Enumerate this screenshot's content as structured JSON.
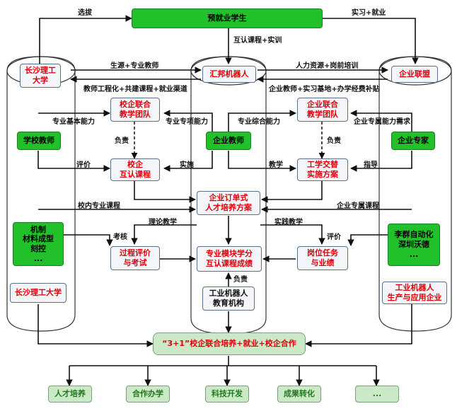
{
  "colors": {
    "green": "#22c02a",
    "light_green": "#cbe8c7",
    "red_text": "#e0000a",
    "line": "#111111"
  },
  "boxes": {
    "top": "预就业学生",
    "cs_univ_top": "长沙理工\n大学",
    "huibang": "汇邦机器人",
    "alliance": "企业联盟",
    "team_left": "校企联合\n教学团队",
    "team_right": "企业联合\n教学团队",
    "school_teacher": "学校教师",
    "enterprise_teacher": "企业教师",
    "enterprise_expert": "企业专家",
    "mutual_course": "校企\n互认课程",
    "work_study": "工学交替\n实施方案",
    "order_plan": "企业订单式\n人才培养方案",
    "majors": "机制\n材料成型\n刻控\n...",
    "companies": "李群自动化\n深圳沃德\n...",
    "process_eval": "过程评价\n与考试",
    "module_credit": "专业模块学分\n互认课程成绩",
    "job_task": "岗位任务\n与业绩",
    "cs_univ_bottom": "长沙理工大学",
    "robot_edu": "工业机器人\n教育机构",
    "robot_enterprise": "工业机器人\n生产与应用企业",
    "model": "“3+1”校企联合培养+就业+校企合作",
    "out1": "人才培养",
    "out2": "合作办学",
    "out3": "科技开发",
    "out4": "成果转化",
    "out5": "..."
  },
  "labels": {
    "select": "选拔",
    "intern": "实习+就业",
    "mutual_train": "互认课程+实训",
    "students_teachers": "生源+专业教师",
    "hr_training": "人力资源+岗前培训",
    "engineering": "教师工程化+共建课程+就业渠道",
    "enterprise_support": "企业教师+实习基地+办学经费补贴",
    "basic_ability": "专业基本能力",
    "skill_ability": "专业专项能力",
    "comprehensive_ability": "专业综合能力",
    "enterprise_need": "企业专属能力需求",
    "resp1": "负责",
    "resp2": "负责",
    "resp3": "负责",
    "evaluate": "评价",
    "implement": "实施",
    "teach": "教学",
    "guide": "指导",
    "school_course": "校内专业课程",
    "enterprise_course": "企业专属课程",
    "theory": "理论教学",
    "practice": "实践教学",
    "exam": "考核",
    "evaluate2": "评价"
  }
}
